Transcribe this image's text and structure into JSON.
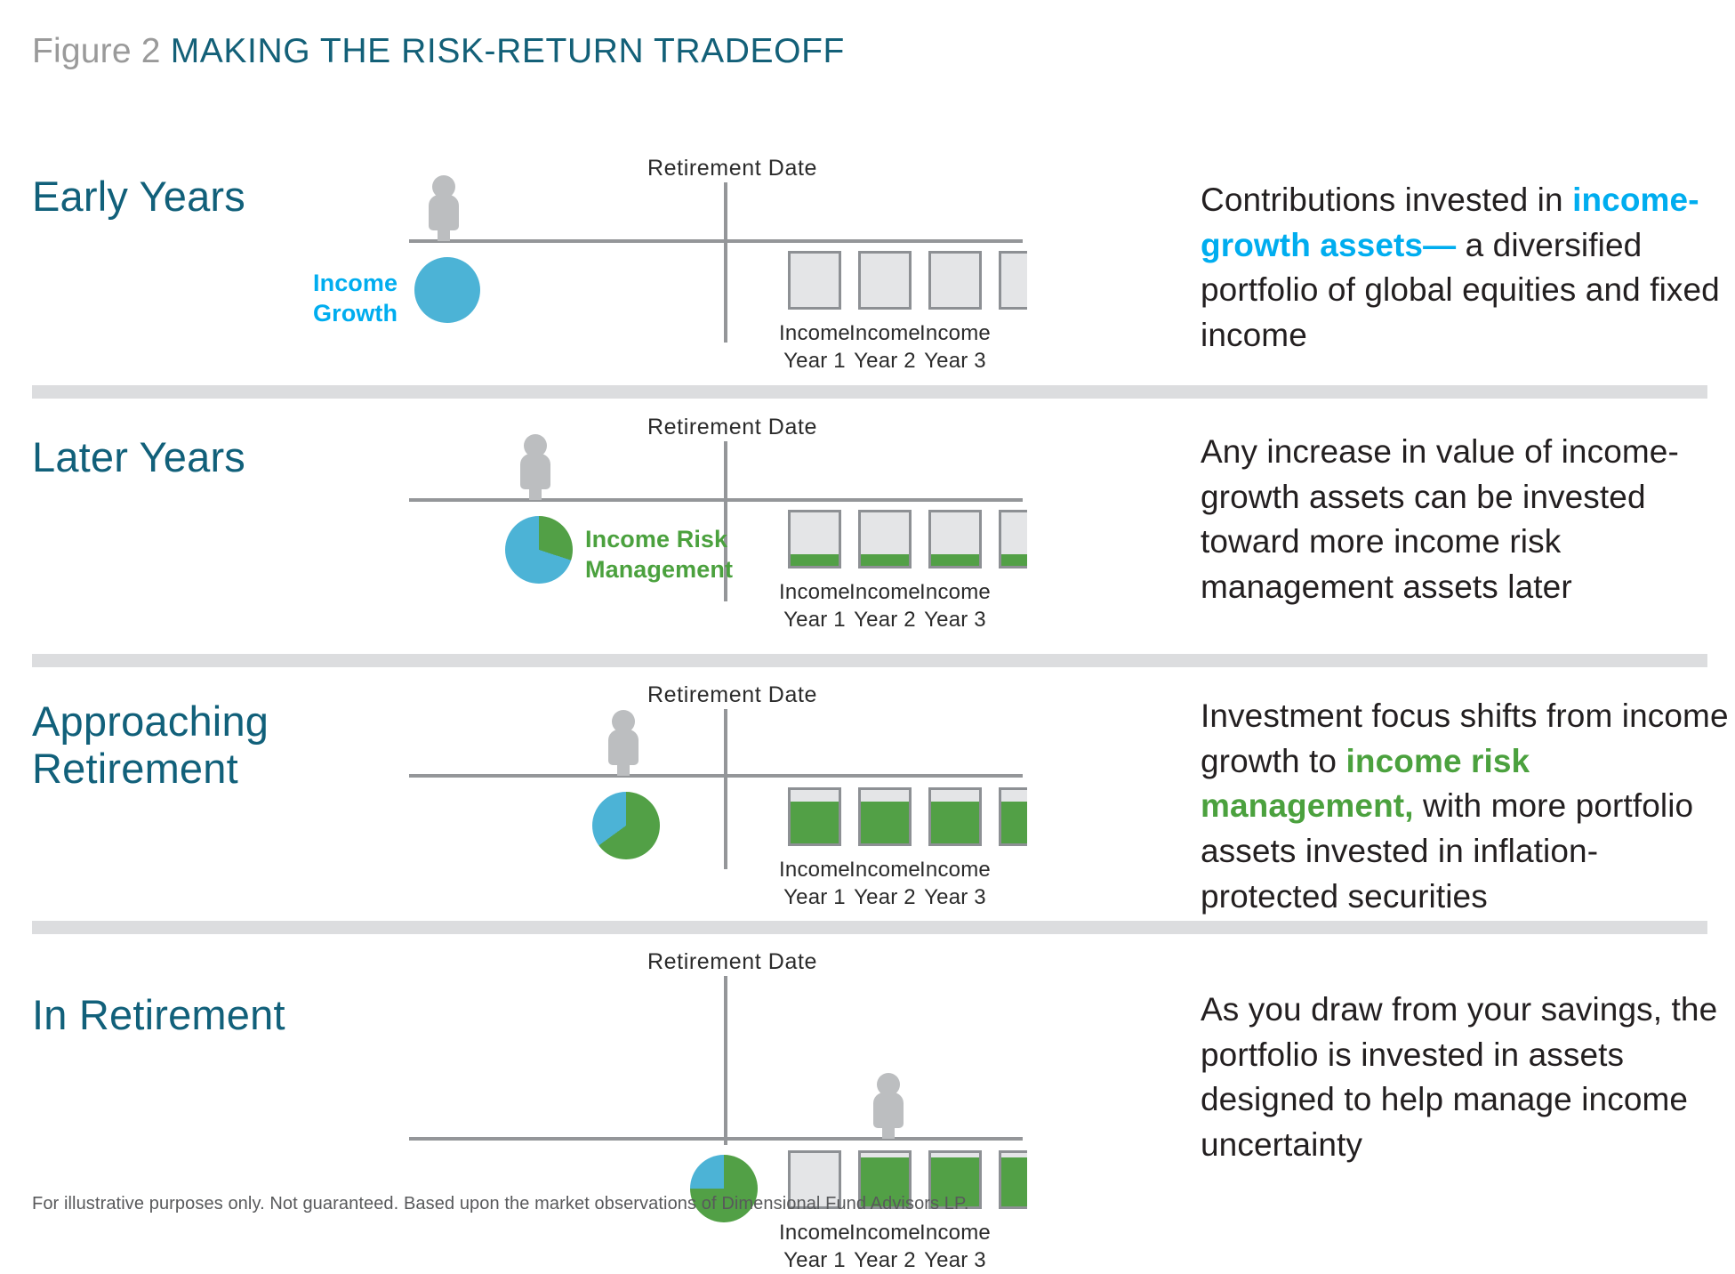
{
  "title": {
    "figure": "Figure 2",
    "main": "MAKING THE RISK-RETURN TRADEOFF"
  },
  "colors": {
    "heading_teal": "#11607a",
    "title_gray": "#9a9a9a",
    "income_growth_blue": "#00adef",
    "pie_blue": "#4cb3d6",
    "income_risk_green": "#4ba13e",
    "bar_fill_green": "#52a046",
    "bar_empty_gray": "#e4e5e7",
    "bar_border_gray": "#8d9094",
    "axis_gray": "#949699",
    "person_gray": "#bcbec0",
    "separator_gray": "#dcdddf",
    "body_text": "#231f20"
  },
  "axis_label": "Retirement Date",
  "bar_labels": [
    "Income\nYear 1",
    "Income\nYear 2",
    "Income\nYear 3"
  ],
  "rows": [
    {
      "heading": "Early Years",
      "pie_callout": "Income\nGrowth",
      "pie_callout_color": "blue",
      "description_parts": [
        {
          "text": "Contributions invested in ",
          "style": "normal"
        },
        {
          "text": "income-growth assets—",
          "style": "blue"
        },
        {
          "text": " a diversified portfolio of global equities and fixed income",
          "style": "normal"
        }
      ]
    },
    {
      "heading": "Later Years",
      "pie_callout": "Income Risk\nManagement",
      "pie_callout_color": "green",
      "description_parts": [
        {
          "text": "Any increase in value of income-growth assets can be invested toward more income risk management assets later",
          "style": "normal"
        }
      ]
    },
    {
      "heading": "Approaching\nRetirement",
      "pie_callout": "",
      "pie_callout_color": "green",
      "description_parts": [
        {
          "text": "Investment focus shifts from income growth to ",
          "style": "normal"
        },
        {
          "text": "income risk management,",
          "style": "green"
        },
        {
          "text": " with more portfolio assets invested in inflation-protected securities",
          "style": "normal"
        }
      ]
    },
    {
      "heading": "In Retirement",
      "pie_callout": "",
      "pie_callout_color": "green",
      "description_parts": [
        {
          "text": "As you draw from your savings, the portfolio is invested in assets designed to help manage income uncertainty",
          "style": "normal"
        }
      ]
    }
  ],
  "chart_data": {
    "type": "pie",
    "title": "Making the Risk-Return Tradeoff",
    "legend": [
      "Income Growth",
      "Income Risk Management"
    ],
    "series_colors": {
      "Income Growth": "#4cb3d6",
      "Income Risk Management": "#52a046"
    },
    "stages": [
      {
        "stage": "Early Years",
        "allocation": {
          "income_growth_pct": 100,
          "income_risk_management_pct": 0
        },
        "person_position_pct_of_timeline": 0,
        "income_year_bars_funded_pct": [
          0,
          0,
          0,
          0
        ],
        "bars_visible": 4,
        "bars_clipped_last": true
      },
      {
        "stage": "Later Years",
        "allocation": {
          "income_growth_pct": 70,
          "income_risk_management_pct": 30
        },
        "person_position_pct_of_timeline": 25,
        "income_year_bars_funded_pct": [
          20,
          20,
          20,
          20
        ],
        "bars_visible": 4,
        "bars_clipped_last": true
      },
      {
        "stage": "Approaching Retirement",
        "allocation": {
          "income_growth_pct": 35,
          "income_risk_management_pct": 65
        },
        "person_position_pct_of_timeline": 40,
        "income_year_bars_funded_pct": [
          78,
          78,
          78,
          78
        ],
        "bars_visible": 4,
        "bars_clipped_last": true
      },
      {
        "stage": "In Retirement",
        "allocation": {
          "income_growth_pct": 22,
          "income_risk_management_pct": 78
        },
        "person_position_pct_of_timeline": 75,
        "income_year_bars_funded_pct": [
          0,
          92,
          92,
          92
        ],
        "bars_visible": 4,
        "bars_clipped_last": true
      }
    ],
    "xlabel": "Retirement Date",
    "ylabel": "",
    "grid": false,
    "legend_position": "inline"
  },
  "footnote": "For illustrative purposes only. Not guaranteed. Based upon the market observations of Dimensional Fund Advisors LP."
}
